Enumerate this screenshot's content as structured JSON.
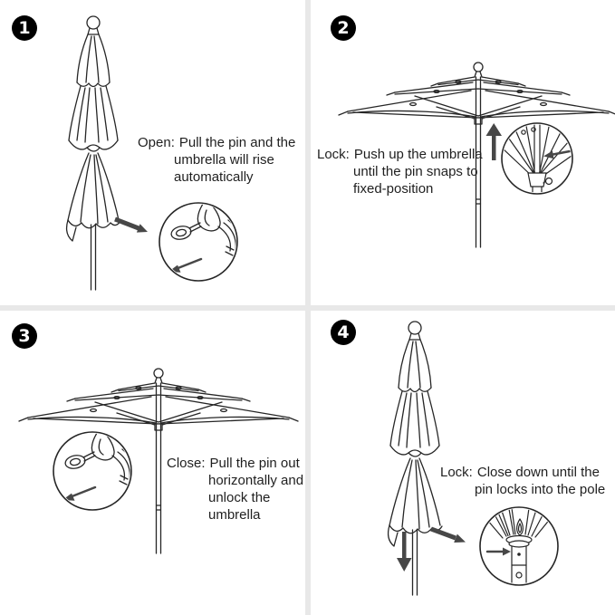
{
  "title": "3-tier patio umbrella operation instructions",
  "colors": {
    "background": "#ffffff",
    "line": "#262626",
    "arrow": "#474747",
    "divider": "#e8e8e8",
    "badge_bg": "#000000",
    "badge_fg": "#ffffff"
  },
  "panels": [
    {
      "number": "1",
      "label": "Open:",
      "lines": [
        "Pull the pin and the",
        "umbrella will rise",
        "automatically"
      ]
    },
    {
      "number": "2",
      "label": "Lock:",
      "lines": [
        "Push up the umbrella",
        "until the pin snaps to",
        "fixed-position"
      ]
    },
    {
      "number": "3",
      "label": "Close:",
      "lines": [
        "Pull the pin out",
        "horizontally and",
        "unlock the",
        "umbrella"
      ]
    },
    {
      "number": "4",
      "label": "Lock:",
      "lines": [
        "Close down until the",
        "pin locks into the pole"
      ]
    }
  ]
}
